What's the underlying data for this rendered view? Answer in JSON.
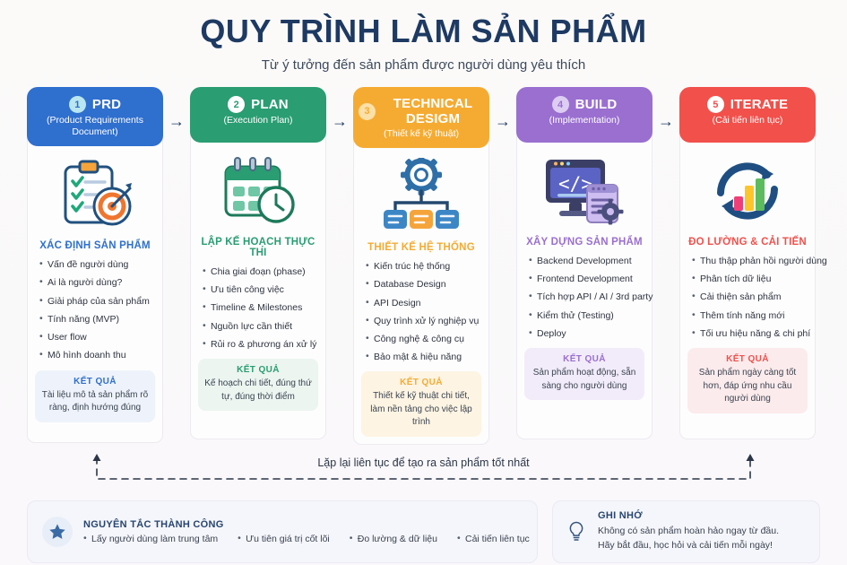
{
  "header": {
    "title": "QUY TRÌNH LÀM SẢN PHẨM",
    "subtitle": "Từ ý tưởng đến sản phẩm được người dùng yêu thích"
  },
  "arrow_glyph": "→",
  "steps": [
    {
      "number": "1",
      "name": "PRD",
      "sub": "(Product Requirements Document)",
      "color": "#2f6fce",
      "light": "#eef3fb",
      "icon": "clipboard-target-icon",
      "section_title": "XÁC ĐỊNH SẢN PHẨM",
      "items": [
        "Vấn đề người dùng",
        "Ai là người dùng?",
        "Giải pháp của sản phẩm",
        "Tính năng (MVP)",
        "User flow",
        "Mô hình doanh thu"
      ],
      "result_title": "KẾT QUẢ",
      "result_text": "Tài liệu mô tả sản phẩm rõ ràng, định hướng đúng"
    },
    {
      "number": "2",
      "name": "PLAN",
      "sub": "(Execution Plan)",
      "color": "#2a9d72",
      "light": "#ecf5f0",
      "icon": "calendar-clock-icon",
      "section_title": "LẬP KẾ HOẠCH THỰC THI",
      "items": [
        "Chia giai đoạn (phase)",
        "Ưu tiên công việc",
        "Timeline & Milestones",
        "Nguồn lực cần thiết",
        "Rủi ro & phương án xử lý"
      ],
      "result_title": "KẾT QUẢ",
      "result_text": "Kế hoạch chi tiết, đúng thứ tự, đúng thời điểm"
    },
    {
      "number": "3",
      "name": "TECHNICAL DESIGM",
      "sub": "(Thiết kế kỹ thuật)",
      "color": "#f5ab32",
      "light": "#fdf4e3",
      "icon": "gear-architecture-icon",
      "section_title": "THIẾT KẾ HỆ THỐNG",
      "items": [
        "Kiến trúc hệ thống",
        "Database Design",
        "API Design",
        "Quy trình xử lý nghiệp vụ",
        "Công nghệ & công cụ",
        "Bảo mật & hiệu năng"
      ],
      "result_title": "KẾT QUẢ",
      "result_text": "Thiết kế kỹ thuật chi tiết, làm nền tảng cho việc lập trình"
    },
    {
      "number": "4",
      "name": "BUILD",
      "sub": "(Implementation)",
      "color": "#9a6fd0",
      "light": "#f2ecfa",
      "icon": "monitor-code-icon",
      "section_title": "XÂY DỰNG SẢN PHẨM",
      "items": [
        "Backend Development",
        "Frontend Development",
        "Tích hợp API / AI / 3rd party",
        "Kiểm thử (Testing)",
        "Deploy"
      ],
      "result_title": "KẾT QUẢ",
      "result_text": "Sản phẩm hoạt động, sẵn sàng cho người dùng"
    },
    {
      "number": "5",
      "name": "ITERATE",
      "sub": "(Cải tiến liên tục)",
      "color": "#f2504b",
      "light": "#fcebec",
      "icon": "refresh-chart-icon",
      "section_title": "ĐO LƯỜNG & CẢI TIẾN",
      "items": [
        "Thu thập phản hồi người dùng",
        "Phân tích dữ liệu",
        "Cải thiện sản phẩm",
        "Thêm tính năng mới",
        "Tối ưu hiệu năng & chi phí"
      ],
      "result_title": "KẾT QUẢ",
      "result_text": "Sản phẩm ngày càng tốt hơn, đáp ứng nhu cầu người dùng"
    }
  ],
  "loop": {
    "label": "Lặp lại liên tục để tạo ra sản phẩm tốt nhất"
  },
  "footer": {
    "principles": {
      "icon": "star-icon",
      "heading": "NGUYÊN TẮC THÀNH CÔNG",
      "items": [
        "Lấy người dùng làm trung tâm",
        "Ưu tiên giá trị cốt lõi",
        "Đo lường & dữ liệu",
        "Cải tiến liên tục"
      ]
    },
    "note": {
      "icon": "lightbulb-icon",
      "heading": "GHI NHỚ",
      "line1": "Không có sản phẩm hoàn hảo ngay từ đầu.",
      "line2": "Hãy bắt đầu, học hỏi và cải tiến mỗi ngày!"
    }
  }
}
